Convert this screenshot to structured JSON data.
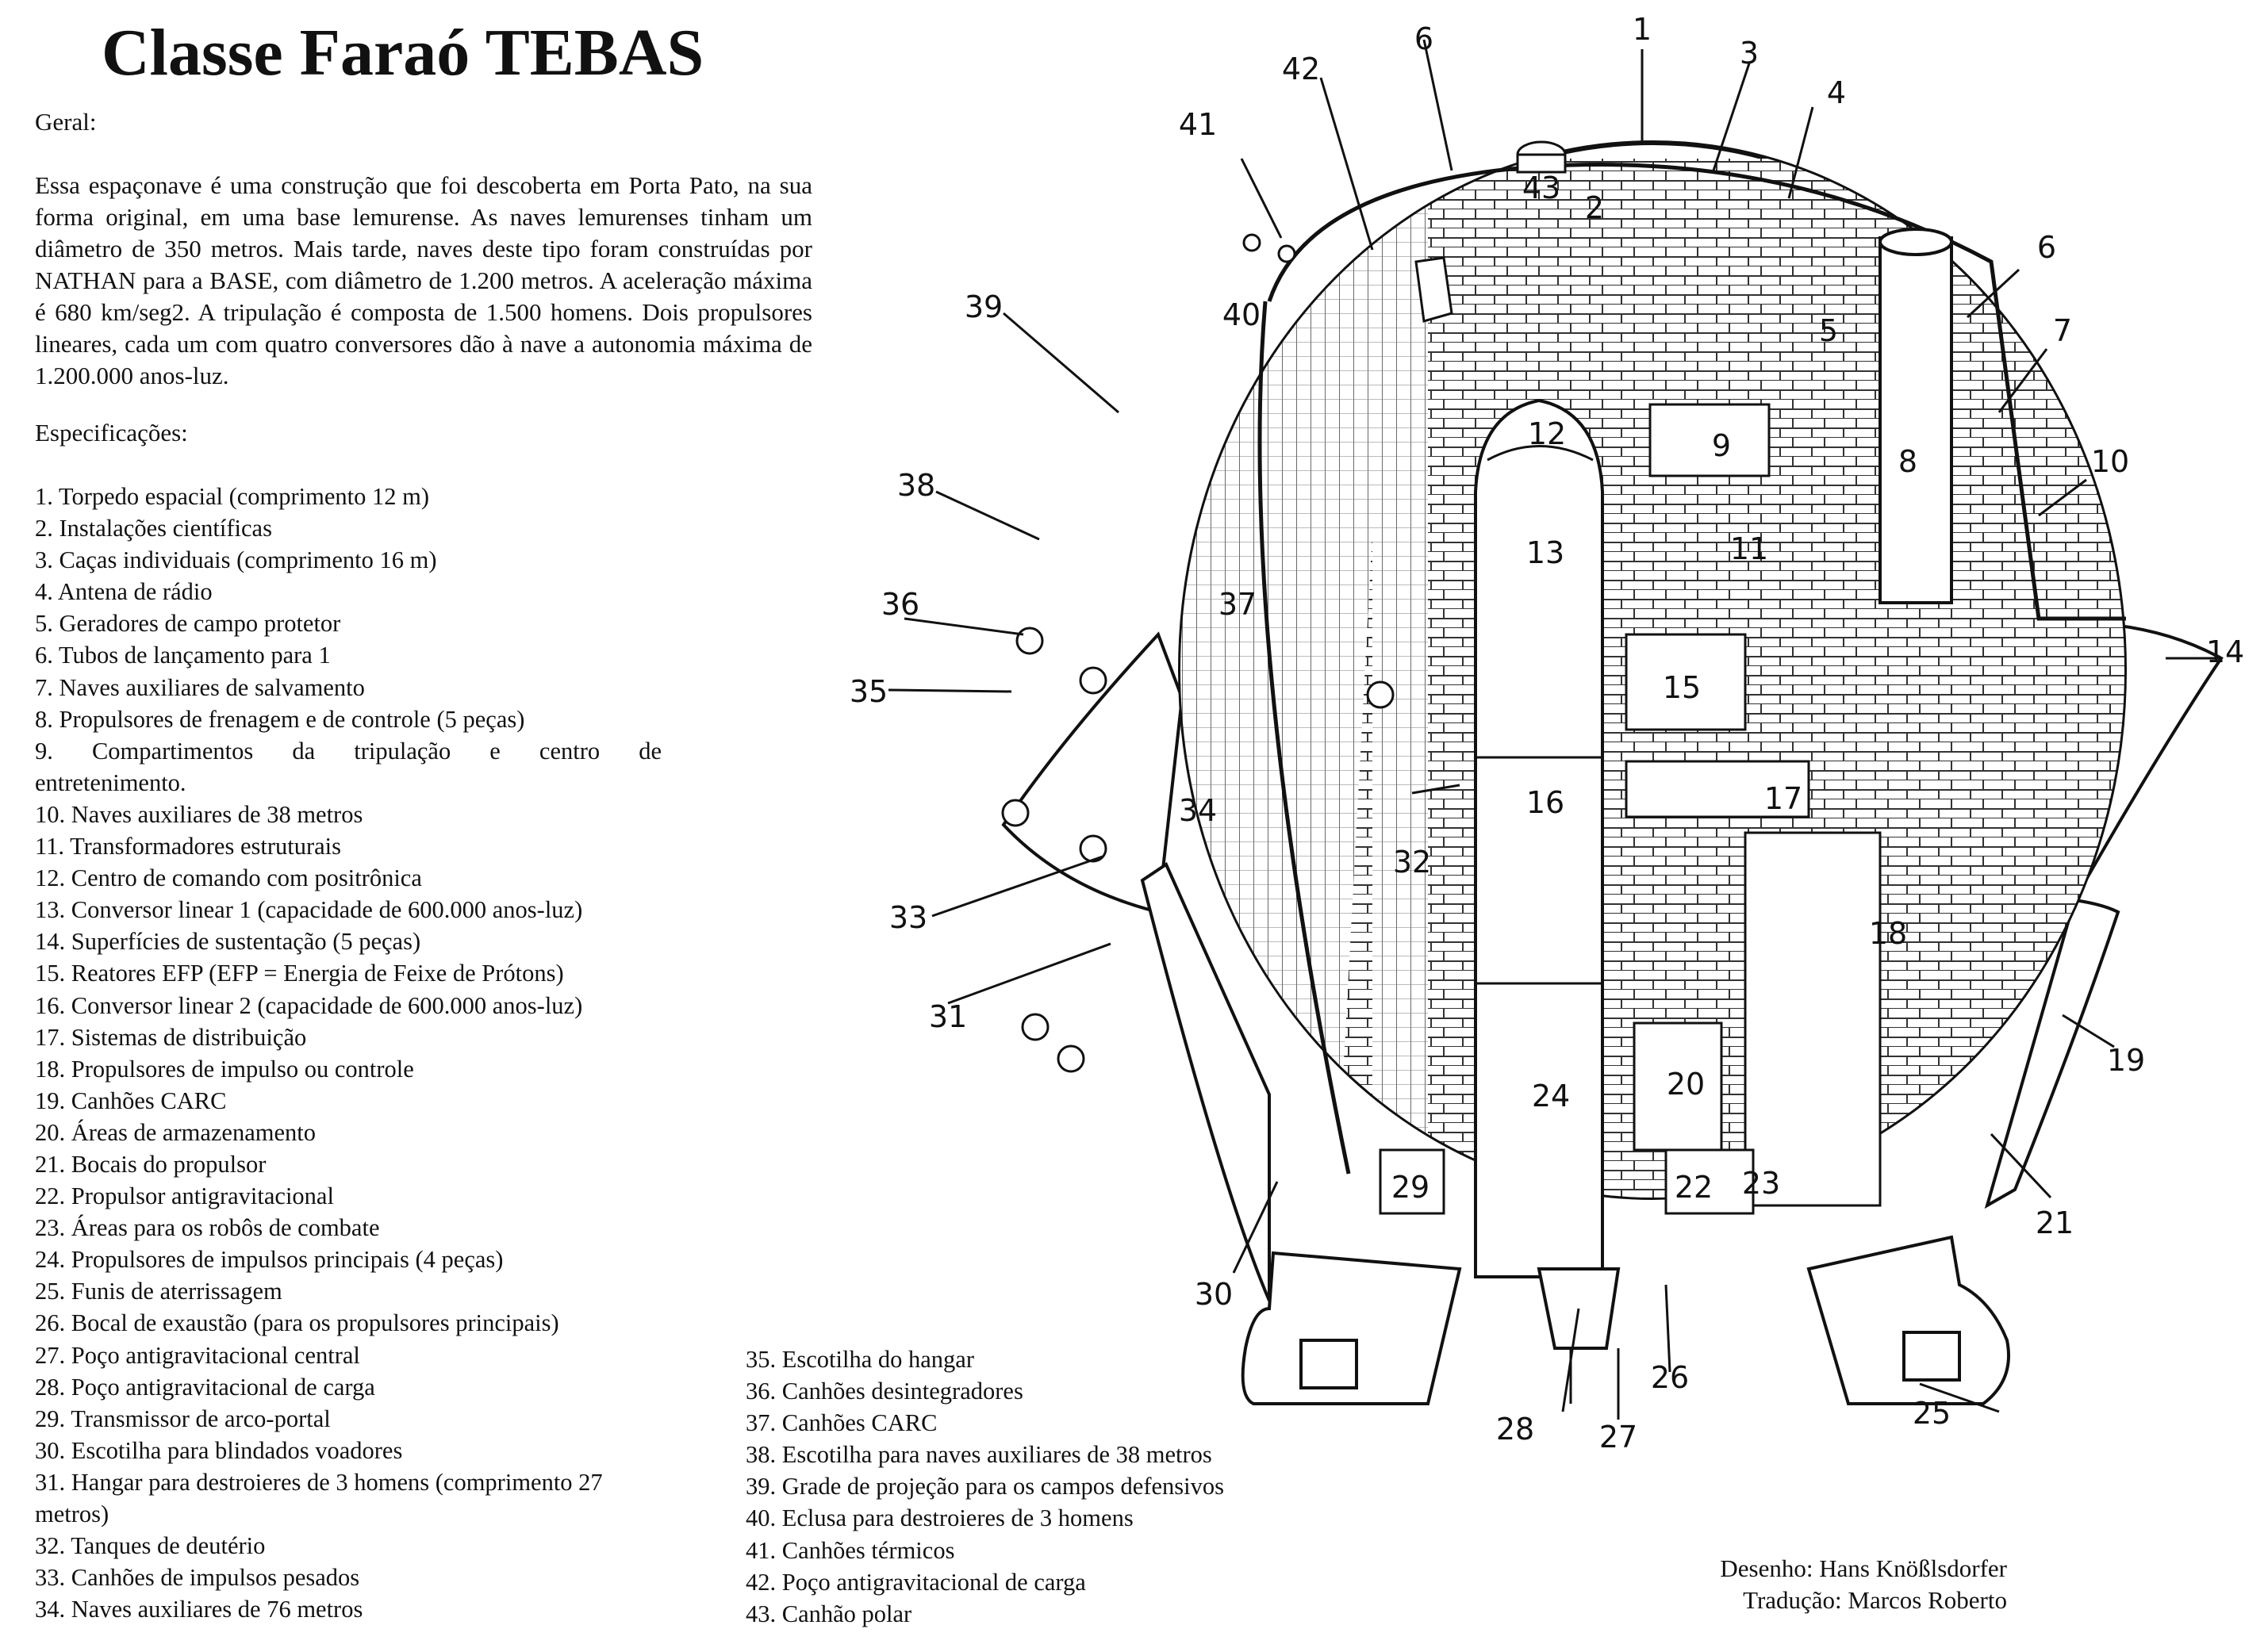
{
  "title": "Classe Faraó TEBAS",
  "general_heading": "Geral:",
  "intro": "Essa espaçonave é uma construção que foi descoberta em Porta Pato, na sua forma original, em uma base lemurense. As naves lemurenses tinham um diâmetro de 350 metros. Mais tarde, naves deste tipo foram construídas por NATHAN para a BASE, com diâmetro de 1.200 metros. A aceleração máxima é 680 km/seg2. A tripulação é composta de 1.500 homens. Dois propulsores lineares, cada um com quatro conversores dão à nave a autonomia máxima de 1.200.000 anos-luz.",
  "specs_heading": "Especificações:",
  "specs": [
    "1. Torpedo espacial (comprimento 12 m)",
    "2. Instalações científicas",
    "3. Caças individuais (comprimento 16 m)",
    "4. Antena de rádio",
    "5. Geradores de campo protetor",
    "6. Tubos de lançamento para 1",
    "7. Naves auxiliares de salvamento",
    "8. Propulsores de frenagem e de controle (5 peças)",
    "9. Compartimentos da tripulação e centro de",
    "entretenimento.",
    "10. Naves auxiliares de 38 metros",
    "11. Transformadores estruturais",
    "12. Centro de comando com positrônica",
    "13. Conversor linear 1 (capacidade de 600.000 anos-luz)",
    "14. Superfícies de sustentação (5 peças)",
    "15. Reatores EFP (EFP = Energia de Feixe de Prótons)",
    "16. Conversor linear 2 (capacidade de 600.000 anos-luz)",
    "17. Sistemas de distribuição",
    "18. Propulsores de impulso ou controle",
    "19. Canhões CARC",
    "20. Áreas de armazenamento",
    "21. Bocais do propulsor",
    "22. Propulsor antigravitacional",
    "23. Áreas para os robôs de combate",
    "24. Propulsores de impulsos principais (4 peças)",
    "25. Funis de aterrissagem",
    "26. Bocal de exaustão (para os propulsores principais)",
    "27. Poço antigravitacional central",
    "28. Poço antigravitacional de carga",
    "29. Transmissor de arco-portal",
    "30. Escotilha para blindados voadores",
    "31. Hangar para destroieres de 3 homens (comprimento 27",
    "metros)",
    "32. Tanques de deutério",
    "33. Canhões de impulsos pesados",
    "34. Naves auxiliares de 76 metros"
  ],
  "specs_continued": [
    "35. Escotilha do hangar",
    "36. Canhões desintegradores",
    "37. Canhões CARC",
    "38. Escotilha para naves auxiliares de 38 metros",
    "39. Grade de projeção para os campos defensivos",
    "40. Eclusa para destroieres de 3 homens",
    "41. Canhões térmicos",
    "42. Poço antigravitacional de carga",
    "43. Canhão polar"
  ],
  "credits": {
    "drawing": "Desenho: Hans Knößlsdorfer",
    "translation": "Tradução: Marcos Roberto"
  },
  "diagram_labels": [
    "1",
    "2",
    "3",
    "4",
    "5",
    "6",
    "6",
    "7",
    "8",
    "9",
    "10",
    "11",
    "12",
    "13",
    "14",
    "15",
    "16",
    "17",
    "18",
    "19",
    "20",
    "21",
    "22",
    "23",
    "24",
    "25",
    "26",
    "27",
    "28",
    "29",
    "30",
    "31",
    "32",
    "33",
    "34",
    "35",
    "36",
    "37",
    "38",
    "39",
    "40",
    "41",
    "42",
    "43"
  ]
}
